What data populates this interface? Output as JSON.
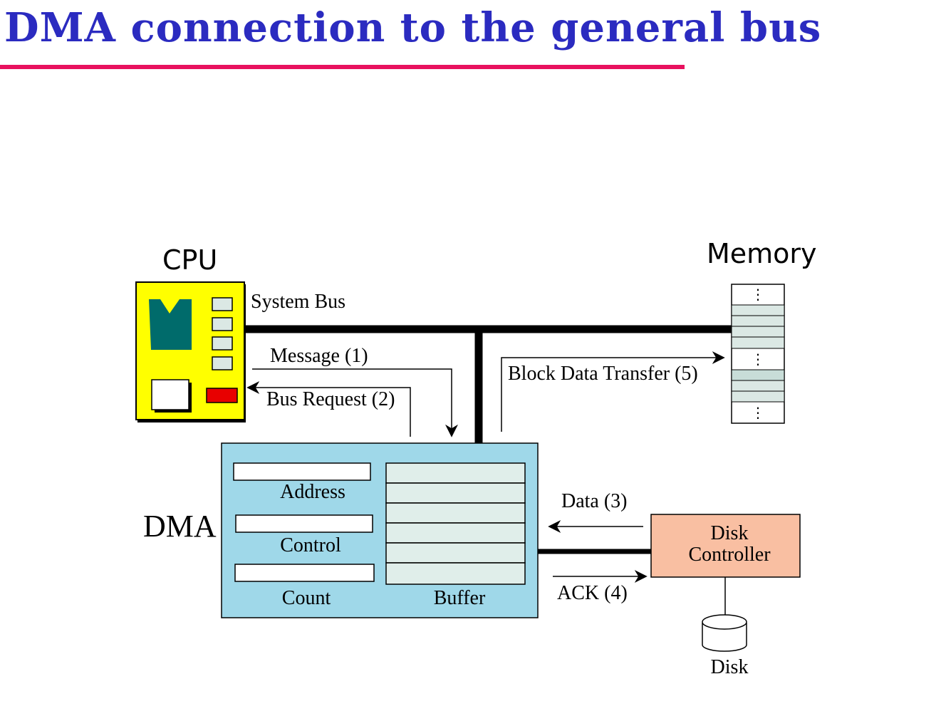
{
  "title": "DMA connection to the general bus",
  "labels": {
    "cpu": "CPU",
    "memory": "Memory",
    "system_bus": "System Bus",
    "message": "Message (1)",
    "bus_request": "Bus Request (2)",
    "block_transfer": "Block Data Transfer (5)",
    "dma": "DMA",
    "address": "Address",
    "control": "Control",
    "count": "Count",
    "buffer": "Buffer",
    "data": "Data  (3)",
    "ack": "ACK  (4)",
    "disk_controller_line1": "Disk",
    "disk_controller_line2": "Controller",
    "disk": "Disk",
    "mem_dots": "⋮"
  },
  "colors": {
    "title": "#2b2bc0",
    "title_rule": "#e8115e",
    "cpu_body": "#ffff00",
    "cpu_chip": "#006b6b",
    "cpu_register": "#dbe8e4",
    "cpu_led": "#e80000",
    "dma_body": "#9fd8e9",
    "buffer_cell": "#e0eeea",
    "memory_cell": "#dbe8e4",
    "disk_controller": "#f9bfa2",
    "bus": "#000000"
  }
}
